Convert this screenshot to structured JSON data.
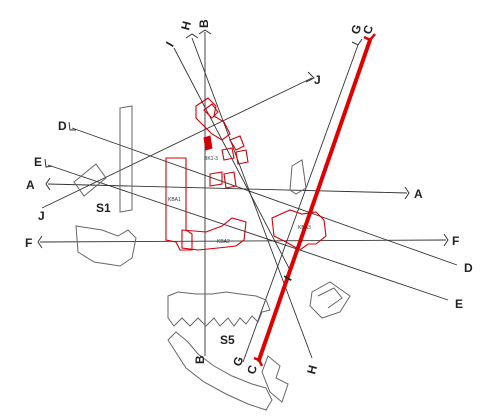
{
  "sections": {
    "A": "A",
    "B": "B",
    "C": "C",
    "D": "D",
    "E": "E",
    "F": "F",
    "G": "G",
    "H": "H",
    "I": "I",
    "J": "J"
  },
  "highlighted_section": "C",
  "buildings": {
    "s1": "S1",
    "s5": "S5",
    "kba1": "KBA1",
    "kba2": "KBA2",
    "kba3": "KBA3",
    "bk": "BK1-3"
  },
  "colors": {
    "highlight": "#e00000",
    "red_buildings": "#d0000a",
    "grey_buildings": "#666666",
    "section_lines": "#333333"
  }
}
